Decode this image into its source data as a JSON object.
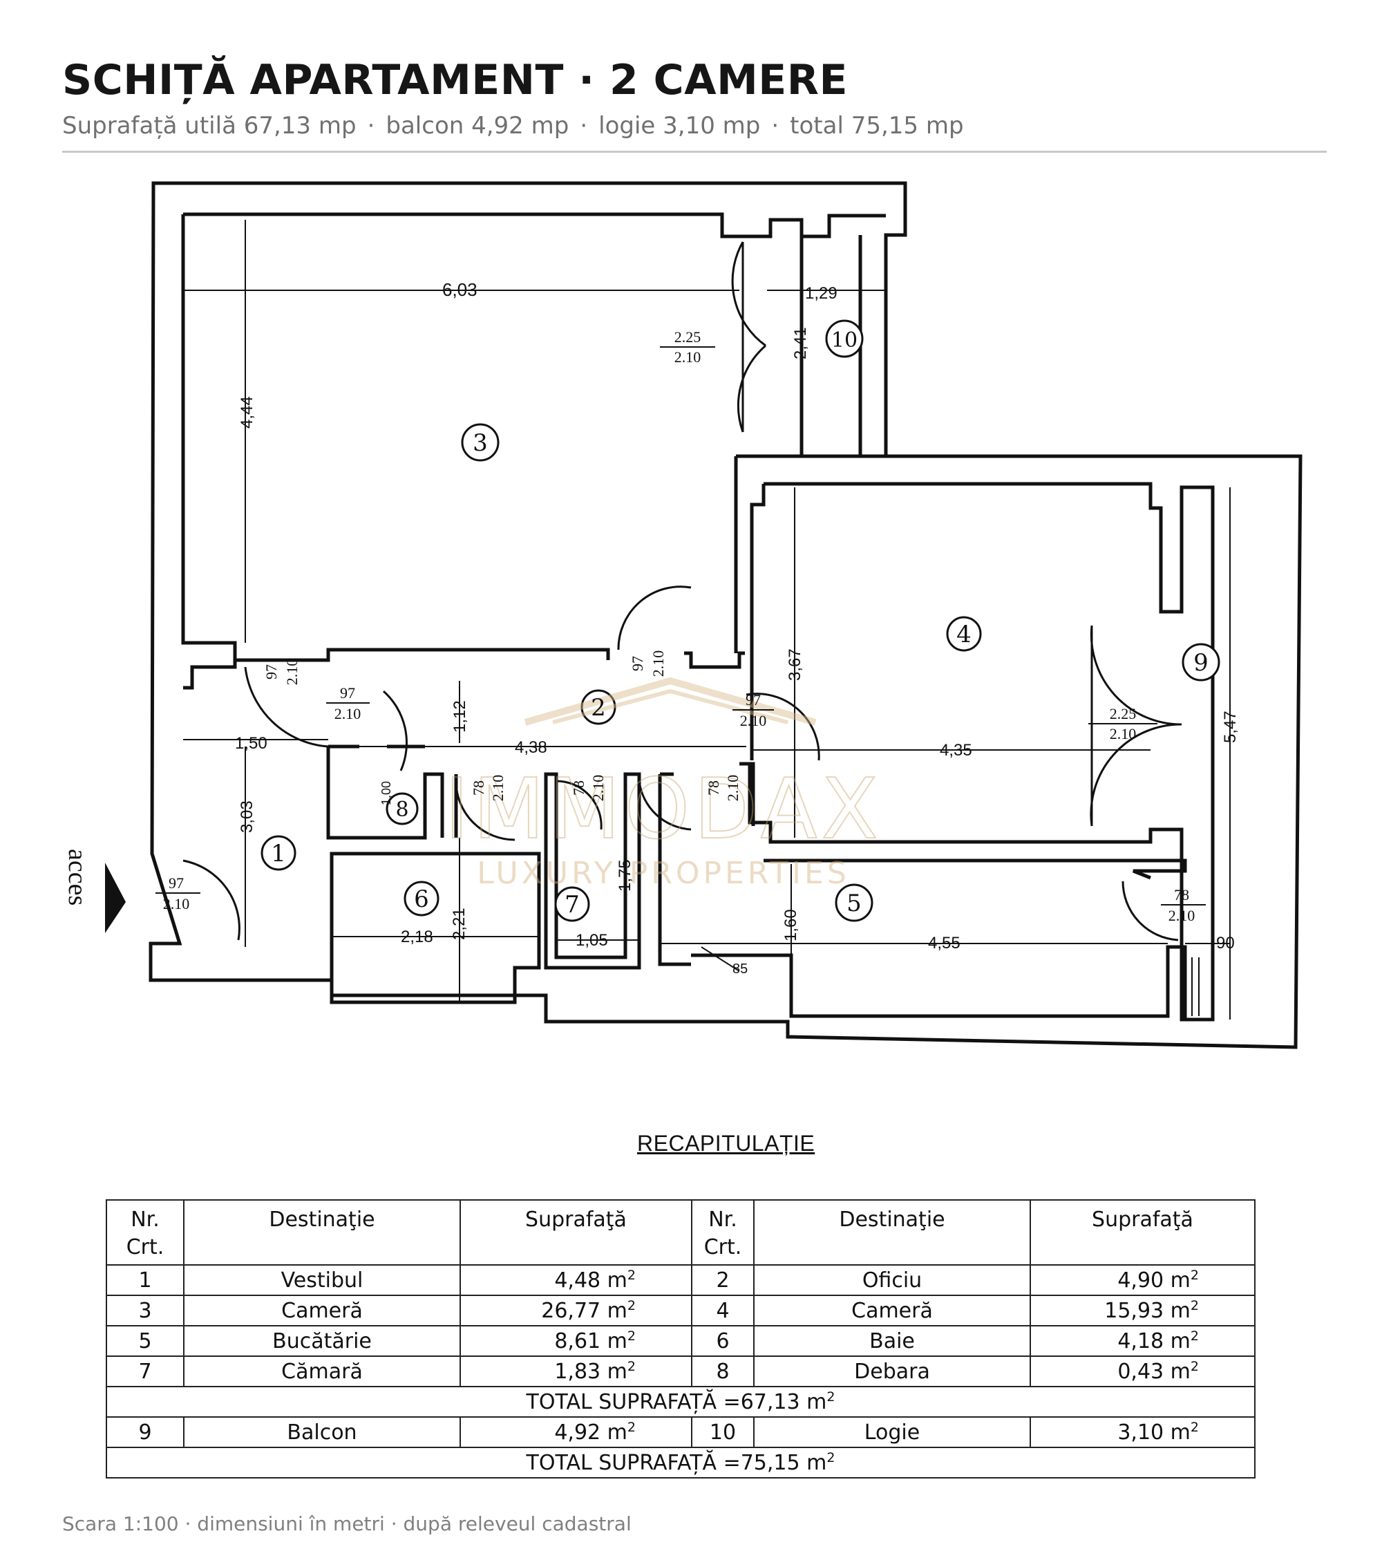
{
  "header": {
    "title": "SCHIȚĂ APARTAMENT · 2 CAMERE",
    "subtitle": {
      "util": "Suprafață utilă 67,13 mp",
      "balcon": "balcon 4,92 mp",
      "logie": "logie 3,10 mp",
      "total": "total 75,15 mp"
    }
  },
  "plan": {
    "access_label": "acces",
    "rooms": [
      "1",
      "2",
      "3",
      "4",
      "5",
      "6",
      "7",
      "8",
      "9",
      "10"
    ],
    "dimensions": {
      "d_603": "6,03",
      "d_129": "1,29",
      "d_444": "4,44",
      "d_241": "2,41",
      "d_367": "3,67",
      "d_547": "5,47",
      "d_150": "1,50",
      "d_438": "4,38",
      "d_112": "1,12",
      "d_435": "4,35",
      "d_303": "3,03",
      "d_221": "2,21",
      "d_175": "1,75",
      "d_160": "1,60",
      "d_218": "2,18",
      "d_105": "1,05",
      "d_455": "4,55",
      "d_90": "90",
      "d_85": "85",
      "d_100": "1,00"
    },
    "doors": {
      "top_225": "2.25",
      "bot_210": "2.10",
      "w97": "97",
      "w78": "78",
      "h210": "2.10",
      "b225": "2.25",
      "b210": "2.10"
    },
    "watermark": {
      "brand": "IMMODAX",
      "tagline": "LUXURY PROPERTIES"
    }
  },
  "recap": {
    "title": "RECAPITULAȚIE",
    "headers": {
      "nr": [
        "Nr.",
        "Crt."
      ],
      "dest": "Destinaţie",
      "sup": "Suprafaţă"
    },
    "rows": [
      {
        "n1": "1",
        "d1": "Vestibul",
        "s1": "4,48 m",
        "n2": "2",
        "d2": "Oficiu",
        "s2": "4,90 m"
      },
      {
        "n1": "3",
        "d1": "Cameră",
        "s1": "26,77 m",
        "n2": "4",
        "d2": "Cameră",
        "s2": "15,93 m"
      },
      {
        "n1": "5",
        "d1": "Bucătărie",
        "s1": "8,61 m",
        "n2": "6",
        "d2": "Baie",
        "s2": "4,18 m"
      },
      {
        "n1": "7",
        "d1": "Cămară",
        "s1": "1,83 m",
        "n2": "8",
        "d2": "Debara",
        "s2": "0,43 m"
      }
    ],
    "total1": "TOTAL SUPRAFAȚĂ =67,13 m",
    "extra": {
      "n1": "9",
      "d1": "Balcon",
      "s1": "4,92 m",
      "n2": "10",
      "d2": "Logie",
      "s2": "3,10 m"
    },
    "total2": "TOTAL SUPRAFAȚĂ =75,15 m",
    "sq": "2"
  },
  "footer": {
    "note": "Scara 1:100 · dimensiuni în metri · după releveul cadastral"
  }
}
